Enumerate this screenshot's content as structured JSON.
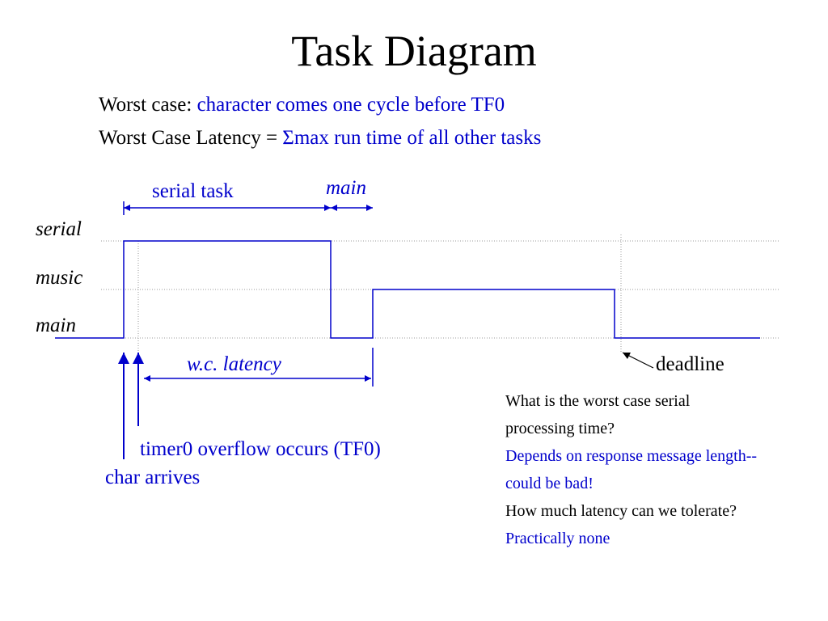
{
  "title": "Task Diagram",
  "header": {
    "worst_case_label": "Worst case: ",
    "worst_case_value": "character comes one cycle before TF0",
    "latency_label": "Worst Case Latency = ",
    "latency_value": "Σmax run time of all other tasks"
  },
  "diagram": {
    "row_labels": [
      "serial",
      "music",
      "main"
    ],
    "serial_task_label": "serial task",
    "main_label": "main",
    "wc_latency_label": "w.c. latency",
    "deadline_label": "deadline",
    "timer_label": "timer0 overflow occurs (TF0)",
    "char_label": "char arrives"
  },
  "notes": {
    "q1": "What is the worst case serial processing time?",
    "a1": "Depends on response message length--could be bad!",
    "q2_prefix": "How much latency can we tolerate? ",
    "a2": "Practically none"
  },
  "colors": {
    "signal": "#0000cc",
    "text": "#000000",
    "gridline": "#999999"
  }
}
